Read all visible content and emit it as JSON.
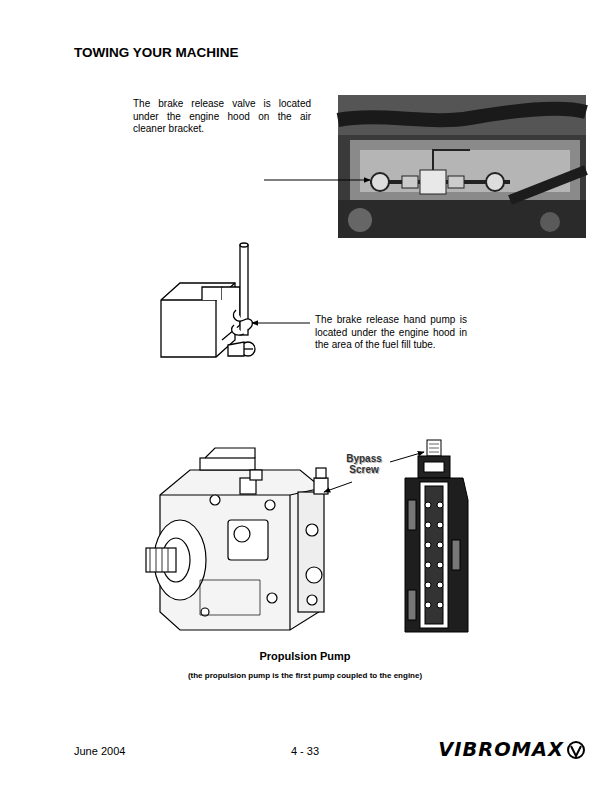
{
  "diagram": {
    "title": "TOWING YOUR MACHINE",
    "caption": "Propulsion Pump",
    "labels": [
      "The brake release valve is located under the engine hood on the air cleaner bracket.",
      "The brake release hand pump is located under the engine hood in the area of the fuel fill tube.",
      "Bypass Screw",
      "(the propulsion pump is the first pump coupled to the engine)",
      "June 2004",
      "4 - 33",
      "VIBROMAX"
    ]
  }
}
